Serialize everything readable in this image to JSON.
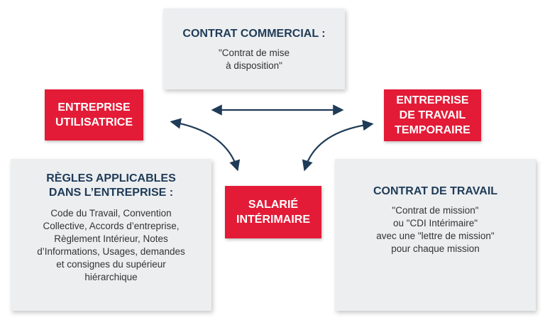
{
  "commercial": {
    "title": "CONTRAT COMMERCIAL :",
    "body": "\"Contrat de mise\nà disposition\""
  },
  "entreprise_utilisatrice": {
    "label": "ENTREPRISE\nUTILISATRICE"
  },
  "ett": {
    "label": "ENTREPRISE\nDE TRAVAIL\nTEMPORAIRE"
  },
  "salarie": {
    "label": "SALARIÉ\nINTÉRIMAIRE"
  },
  "regles": {
    "title": "RÈGLES APPLICABLES\nDANS L’ENTREPRISE :",
    "body": "Code du Travail, Convention\nCollective, Accords d’entreprise,\nRèglement Intérieur, Notes\nd’Informations, Usages, demandes\net consignes du supérieur\nhiérarchique"
  },
  "contrat_travail": {
    "title": "CONTRAT DE TRAVAIL",
    "body": "\"Contrat de mission\"\nou \"CDI Intérimaire\"\navec une \"lettre de mission\"\npour chaque mission"
  },
  "colors": {
    "red": "#e31b37",
    "navy": "#1f3b57",
    "panel": "#eceef0"
  }
}
